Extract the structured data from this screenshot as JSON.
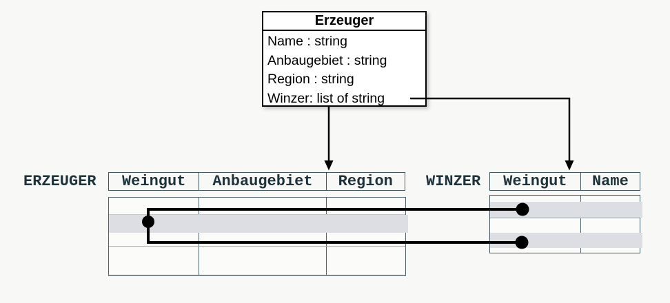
{
  "class_box": {
    "title": "Erzeuger",
    "attributes": [
      "Name : string",
      "Anbaugebiet : string",
      "Region : string",
      "Winzer: list of string"
    ]
  },
  "erzeuger_table": {
    "label": "ERZEUGER",
    "columns": [
      "Weingut",
      "Anbaugebiet",
      "Region"
    ]
  },
  "winzer_table": {
    "label": "WINZER",
    "columns": [
      "Weingut",
      "Name"
    ]
  },
  "colors": {
    "background": "#f8f8f7",
    "class_box_border": "#000000",
    "class_box_fill": "#ffffff",
    "table_border": "#3f565e",
    "table_text": "#1d323a",
    "row_band": "#dcdee3",
    "connector": "#000000"
  }
}
